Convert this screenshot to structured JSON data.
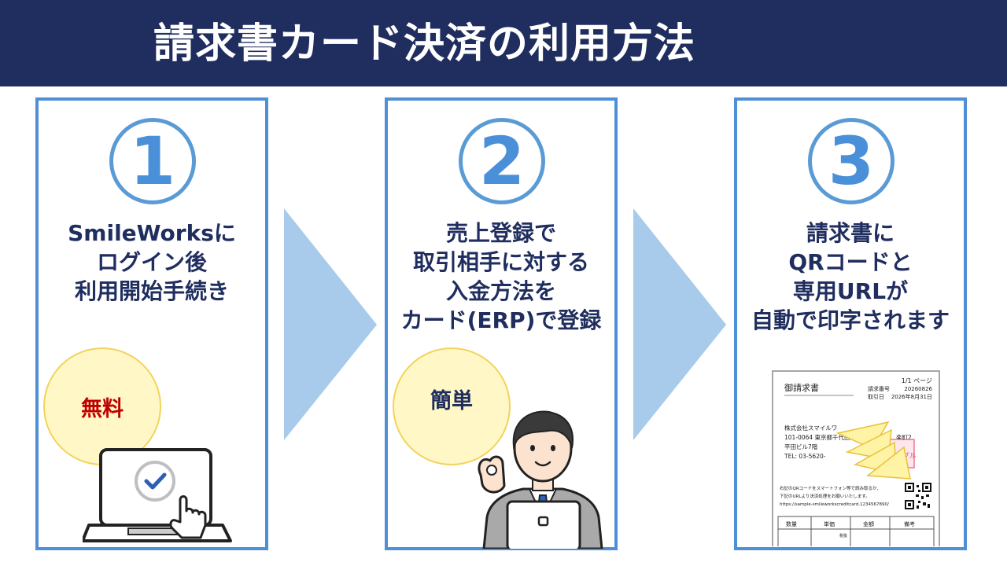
{
  "title": "請求書カード決済の利用方法",
  "steps": [
    {
      "number": "1",
      "lines": [
        "SmileWorksに",
        "ログイン後",
        "利用開始手続き"
      ],
      "badge": "無料",
      "badge_color": "#c00000"
    },
    {
      "number": "2",
      "lines": [
        "売上登録で",
        "取引相手に対する",
        "入金方法を",
        "カード(ERP)で登録"
      ],
      "badge": "簡単",
      "badge_color": "#1f2d5f"
    },
    {
      "number": "3",
      "lines": [
        "請求書に",
        "QRコードと",
        "専用URLが",
        "自動で印字されます"
      ]
    }
  ],
  "invoice": {
    "heading": "御請求書",
    "page": "1/1 ページ",
    "invoice_no_label": "請求番号",
    "invoice_no": "20260826",
    "date_label": "取引日",
    "date": "2026年8月31日",
    "company": "株式会社スマイルワ",
    "address1": "101-0064 東京都千代田区",
    "address2": "平田ビル7階",
    "tel": "TEL: 03-5620-",
    "district_suffix": "楽町2",
    "stamp": "サンプル",
    "note1": "右記のQRコードをスマートフォン等で読み取るか、",
    "note2": "下記のURLより決済処理をお願いいたします。",
    "url": "https://sample-smileworkscreditcard.1234567890/",
    "table_headers": [
      "数量",
      "単価",
      "金額",
      "備考"
    ],
    "tax_label": "税抜"
  },
  "colors": {
    "header_bg": "#1f2d5f",
    "panel_border": "#4f8fd6",
    "arrow": "#a9cbeb",
    "text_navy": "#1f2d5f"
  },
  "icons": [
    "check-icon",
    "hand-pointer-icon",
    "laptop-icon",
    "businessman-illustration",
    "qr-code-icon"
  ]
}
